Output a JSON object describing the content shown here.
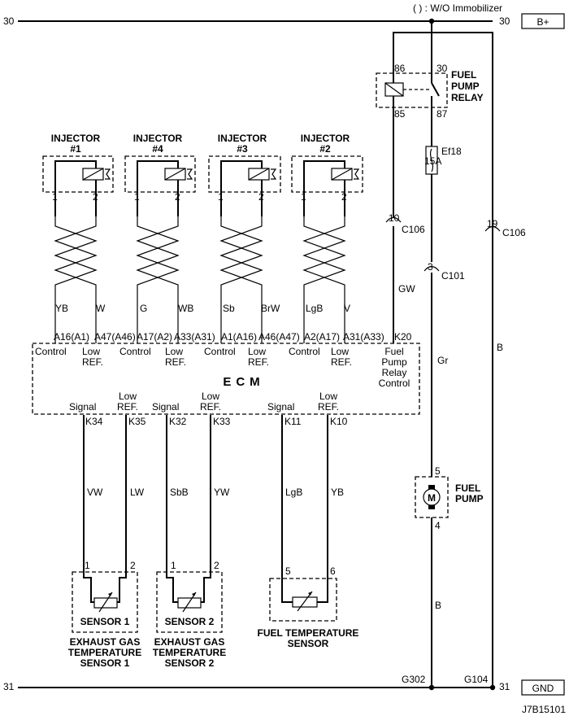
{
  "note": "( ) : W/O Immobilizer",
  "rail_top": {
    "left": "30",
    "right": "30",
    "box": "B+"
  },
  "rail_bottom": {
    "left": "31",
    "right": "31",
    "box": "GND"
  },
  "grounds": {
    "g302": "G302",
    "g104": "G104"
  },
  "relay": {
    "title": [
      "FUEL",
      "PUMP",
      "RELAY"
    ],
    "pin86": "86",
    "pin30": "30",
    "pin85": "85",
    "pin87": "87"
  },
  "fuse": {
    "name": "Ef18",
    "rating": "15A"
  },
  "connectors": {
    "c106a_pin": "10",
    "c106a": "C106",
    "c106b_pin": "19",
    "c106b": "C106",
    "c101_pin": "3",
    "c101": "C101"
  },
  "wires": {
    "relay_ctrl": "GW",
    "pump_feed": "Gr",
    "pump_ground": "B",
    "b_plus_ground": "B"
  },
  "pump": {
    "title": [
      "FUEL",
      "PUMP"
    ],
    "motor": "M",
    "pin_top": "5",
    "pin_bottom": "4"
  },
  "injectors": [
    {
      "title": [
        "INJECTOR",
        "#1"
      ],
      "p1": "1",
      "p2": "2",
      "w1": "YB",
      "w2": "W",
      "t1": "A16(A1)",
      "t2": "A47(A46)"
    },
    {
      "title": [
        "INJECTOR",
        "#4"
      ],
      "p1": "1",
      "p2": "2",
      "w1": "G",
      "w2": "WB",
      "t1": "A17(A2)",
      "t2": "A33(A31)"
    },
    {
      "title": [
        "INJECTOR",
        "#3"
      ],
      "p1": "1",
      "p2": "2",
      "w1": "Sb",
      "w2": "BrW",
      "t1": "A1(A16)",
      "t2": "A46(A47)"
    },
    {
      "title": [
        "INJECTOR",
        "#2"
      ],
      "p1": "1",
      "p2": "2",
      "w1": "LgB",
      "w2": "V",
      "t1": "A2(A17)",
      "t2": "A31(A33)"
    }
  ],
  "ecm": {
    "title": "ECM",
    "control": "Control",
    "low": "Low",
    "ref": "REF.",
    "signal": "Signal",
    "k20": "K20",
    "fpr": [
      "Fuel",
      "Pump",
      "Relay",
      "Control"
    ]
  },
  "sensors": [
    {
      "t_sig": "K34",
      "t_ref": "K35",
      "w_sig": "VW",
      "w_ref": "LW",
      "p_sig": "1",
      "p_ref": "2",
      "box": "SENSOR 1",
      "title": [
        "EXHAUST GAS",
        "TEMPERATURE",
        "SENSOR 1"
      ]
    },
    {
      "t_sig": "K32",
      "t_ref": "K33",
      "w_sig": "SbB",
      "w_ref": "YW",
      "p_sig": "1",
      "p_ref": "2",
      "box": "SENSOR 2",
      "title": [
        "EXHAUST GAS",
        "TEMPERATURE",
        "SENSOR 2"
      ]
    },
    {
      "t_sig": "K11",
      "t_ref": "K10",
      "w_sig": "LgB",
      "w_ref": "YB",
      "p_sig": "5",
      "p_ref": "6",
      "box": "",
      "title": [
        "FUEL TEMPERATURE",
        "SENSOR"
      ]
    }
  ],
  "code": "J7B15101"
}
